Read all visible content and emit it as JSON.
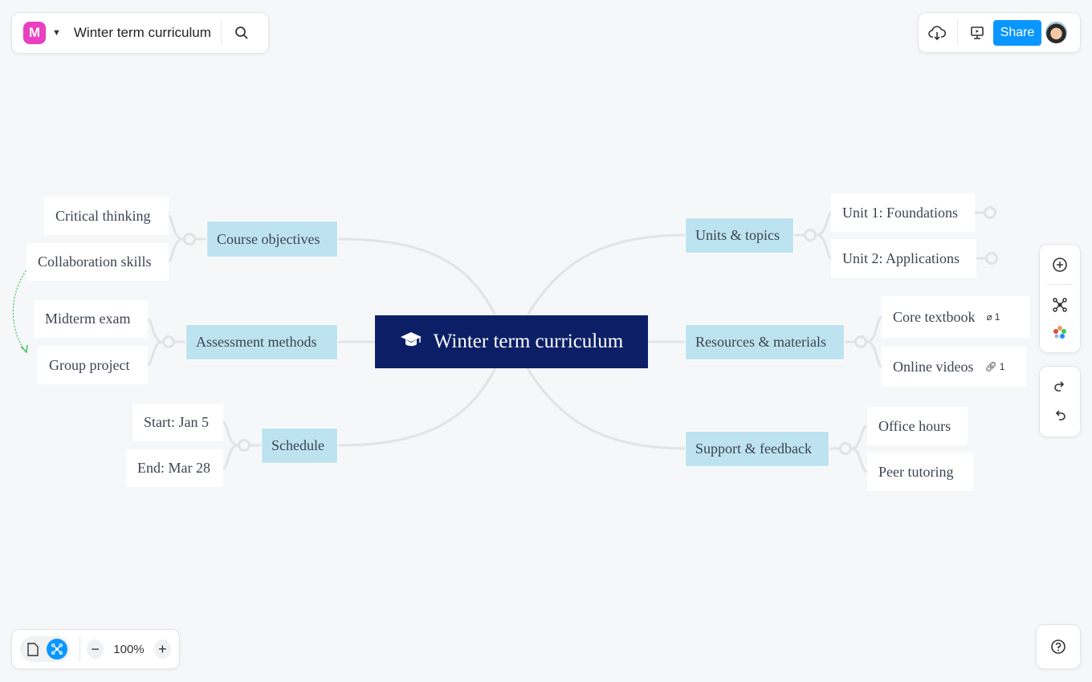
{
  "header": {
    "title": "Winter term curriculum",
    "share_label": "Share"
  },
  "mindmap": {
    "center": "Winter term curriculum",
    "left": [
      {
        "label": "Course objectives",
        "children": [
          "Critical thinking",
          "Collaboration skills"
        ]
      },
      {
        "label": "Assessment methods",
        "children": [
          "Midterm exam",
          "Group project"
        ]
      },
      {
        "label": "Schedule",
        "children": [
          "Start: Jan 5",
          "End: Mar 28"
        ]
      }
    ],
    "right": [
      {
        "label": "Units & topics",
        "children": [
          "Unit 1: Foundations",
          "Unit 2: Applications"
        ]
      },
      {
        "label": "Resources & materials",
        "children": [
          "Core textbook",
          "Online videos"
        ],
        "badges": [
          "1",
          "1"
        ]
      },
      {
        "label": "Support & feedback",
        "children": [
          "Office hours",
          "Peer tutoring"
        ]
      }
    ]
  },
  "zoom": {
    "level": "100%"
  },
  "colors": {
    "accent": "#0a96ff",
    "center": "#0c1f66",
    "topic": "#bde3f0",
    "logo": "#e93fc0"
  }
}
